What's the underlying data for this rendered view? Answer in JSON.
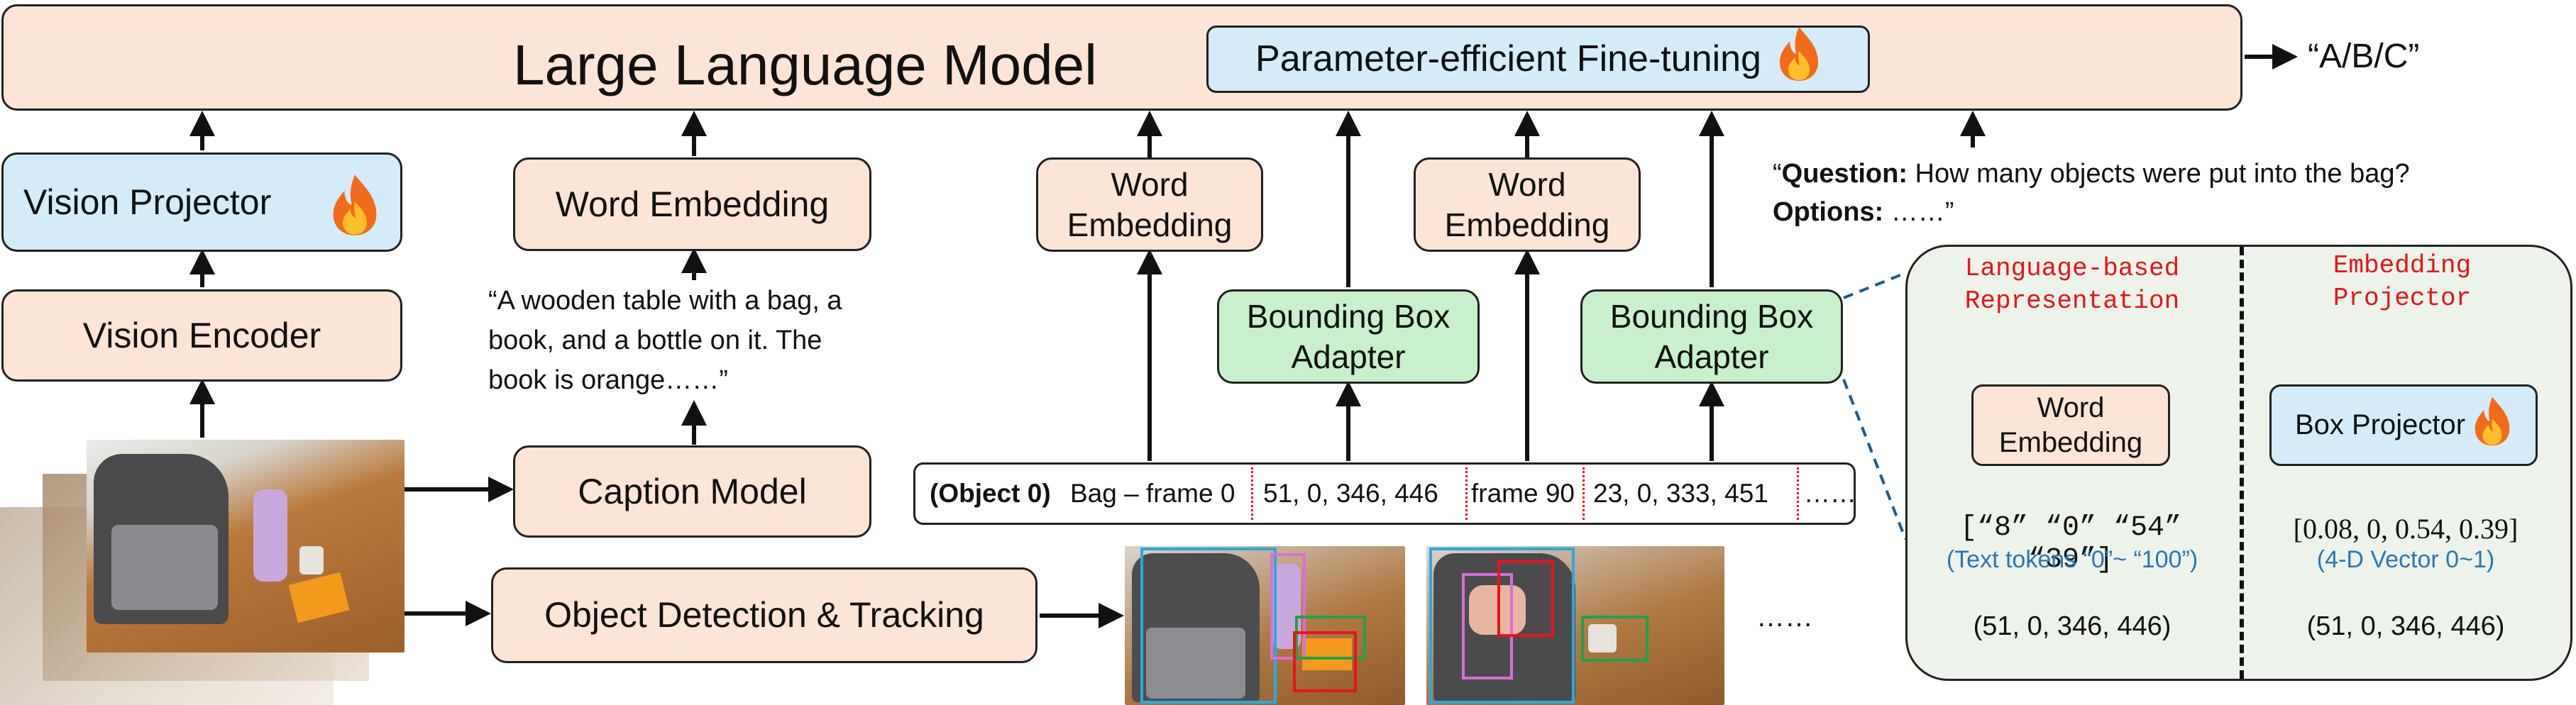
{
  "llm": {
    "title": "Large Language Model",
    "peft_label": "Parameter-efficient Fine-tuning",
    "output": "“A/B/C”"
  },
  "left_column": {
    "vision_projector": "Vision Projector",
    "vision_encoder": "Vision Encoder"
  },
  "caption_column": {
    "word_embedding": "Word Embedding",
    "caption_text": "“A wooden table with a bag, a book, and a bottle on it. The book is orange……”",
    "caption_line1": "“A wooden table with a bag, a",
    "caption_line2": "book, and a bottle on it. The",
    "caption_line3": "book is orange……”",
    "caption_model": "Caption Model"
  },
  "detection": {
    "label": "Object Detection & Tracking",
    "ellipsis": "……"
  },
  "object_column": {
    "word_embedding_line1": "Word",
    "word_embedding_line2": "Embedding",
    "bbox_adapter_line1": "Bounding Box",
    "bbox_adapter_line2": "Adapter"
  },
  "sequence": {
    "object_tag": "(Object 0)",
    "bag_frame0": "Bag – frame 0",
    "coords0": "51, 0,  346, 446",
    "frame90": "frame 90",
    "coords90": "23, 0, 333, 451",
    "ellipsis": "……"
  },
  "question": {
    "question_label": "Question:",
    "question_text": "How many objects were put into the bag?",
    "options_label": "Options:",
    "options_text": "……”",
    "open_quote": "“"
  },
  "detail_panel": {
    "left_title_line1": "Language-based",
    "left_title_line2": "Representation",
    "right_title_line1": "Embedding",
    "right_title_line2": "Projector",
    "word_embedding_line1": "Word",
    "word_embedding_line2": "Embedding",
    "text_tokens": "[“8”  “0”  “54”  “39”]",
    "text_tokens_note": "(Text tokens “0”~ “100”)",
    "box_input_left": "(51, 0,  346, 446)",
    "box_projector": "Box Projector",
    "vector": "[0.08, 0, 0.54, 0.39]",
    "vector_note": "(4-D Vector 0~1)",
    "box_input_right": "(51, 0,  346, 446)"
  },
  "colors": {
    "peach": "#fce4d6",
    "blue": "#d4ecf9",
    "green": "#c8f0cc",
    "panel": "#edf3ea",
    "code_red": "#e8141c",
    "note_blue": "#2e75b6",
    "track_blue": "#29a9e0",
    "track_red": "#e8141c",
    "track_green": "#22a04a",
    "track_pink": "#d86fd8"
  },
  "icons": {
    "fire": "fire-icon"
  }
}
